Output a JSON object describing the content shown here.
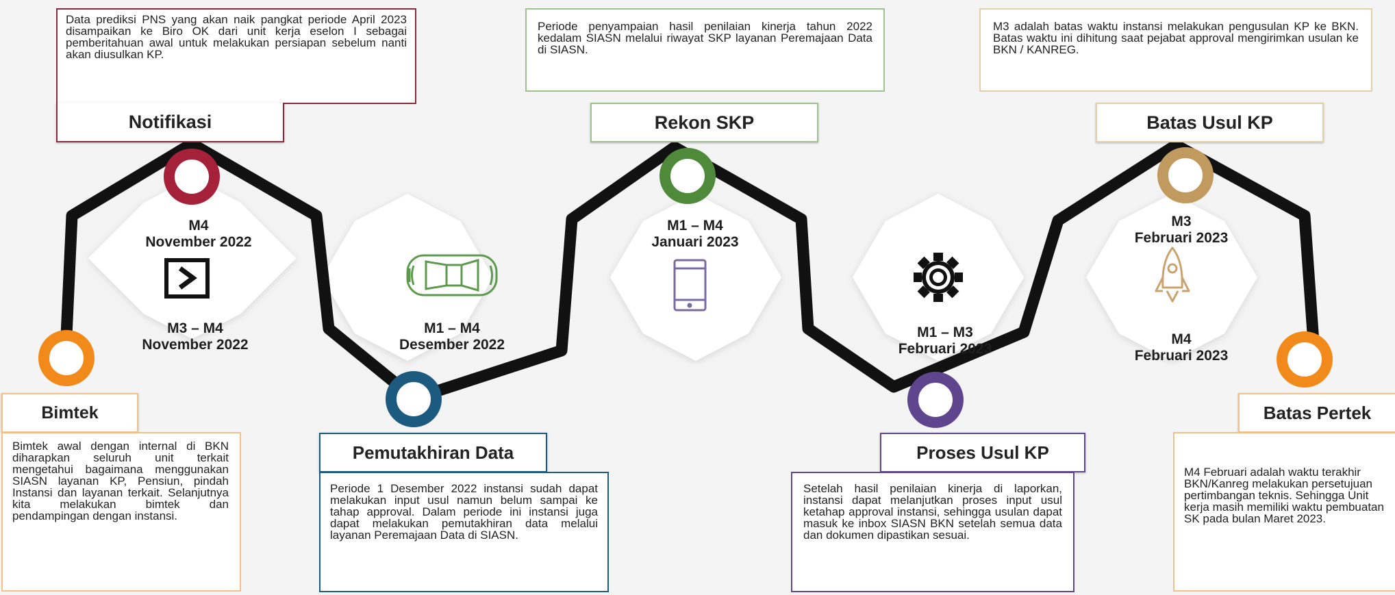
{
  "colors": {
    "bimtek": "#f18a1a",
    "notifikasi": "#a5213a",
    "pemutakhiran": "#1d5a80",
    "rekon": "#4f8a3a",
    "proses": "#5e458d",
    "batas_usul": "#c19a60",
    "batas_pertek": "#f18a1a",
    "path": "#111111"
  },
  "milestones": {
    "bimtek": {
      "title": "Bimtek",
      "text": "Bimtek awal dengan internal di BKN diharapkan seluruh unit terkait mengetahui bagaimana menggunakan SIASN layanan KP, Pensiun, pindah Instansi dan layanan terkait. Selanjutnya kita melakukan bimtek dan pendampingan dengan instansi."
    },
    "notifikasi": {
      "title": "Notifikasi",
      "text": "Data prediksi PNS yang akan naik pangkat periode April 2023 disampaikan ke Biro OK dari unit kerja eselon I sebagai pemberitahuan awal untuk melakukan persiapan sebelum nanti akan diusulkan KP."
    },
    "pemutakhiran": {
      "title": "Pemutakhiran Data",
      "text": "Periode 1 Desember 2022 instansi sudah dapat melakukan input usul namun belum sampai ke tahap approval. Dalam periode ini instansi juga dapat melakukan pemutakhiran data melalui layanan Peremajaan Data di SIASN."
    },
    "rekon": {
      "title": "Rekon SKP",
      "text": "Periode penyampaian hasil penilaian kinerja tahun 2022 kedalam SIASN melalui riwayat SKP layanan Peremajaan Data di SIASN."
    },
    "proses": {
      "title": "Proses Usul KP",
      "text": "Setelah hasil penilaian kinerja di laporkan, instansi dapat melanjutkan proses input usul ketahap approval instansi, sehingga usulan dapat masuk ke inbox SIASN BKN setelah semua data dan dokumen dipastikan sesuai."
    },
    "batas_usul": {
      "title": "Batas Usul KP",
      "text": "M3 adalah batas waktu instansi melakukan pengusulan KP ke BKN. Batas waktu ini dihitung saat pejabat approval mengirimkan usulan ke BKN / KANREG."
    },
    "batas_pertek": {
      "title": "Batas Pertek",
      "text": "M4 Februari adalah waktu terakhir BKN/Kanreg melakukan persetujuan pertimbangan teknis. Sehingga Unit kerja masih memiliki waktu pembuatan SK pada bulan Maret 2023."
    }
  },
  "periods": {
    "h1_top": [
      "M4",
      "November 2022"
    ],
    "h1_bottom": [
      "M3 – M4",
      "November 2022"
    ],
    "h2": [
      "M1 – M4",
      "Desember 2022"
    ],
    "h3": [
      "M1 – M4",
      "Januari 2023"
    ],
    "h4": [
      "M1 – M3",
      "Februari 2023"
    ],
    "h5_top": [
      "M3",
      "Februari 2023"
    ],
    "h5_bottom": [
      "M4",
      "Februari 2023"
    ]
  },
  "icons": {
    "h1": "play-button-icon",
    "h2": "car-icon",
    "h3": "tablet-icon",
    "h4": "gear-icon",
    "h5": "rocket-icon"
  }
}
